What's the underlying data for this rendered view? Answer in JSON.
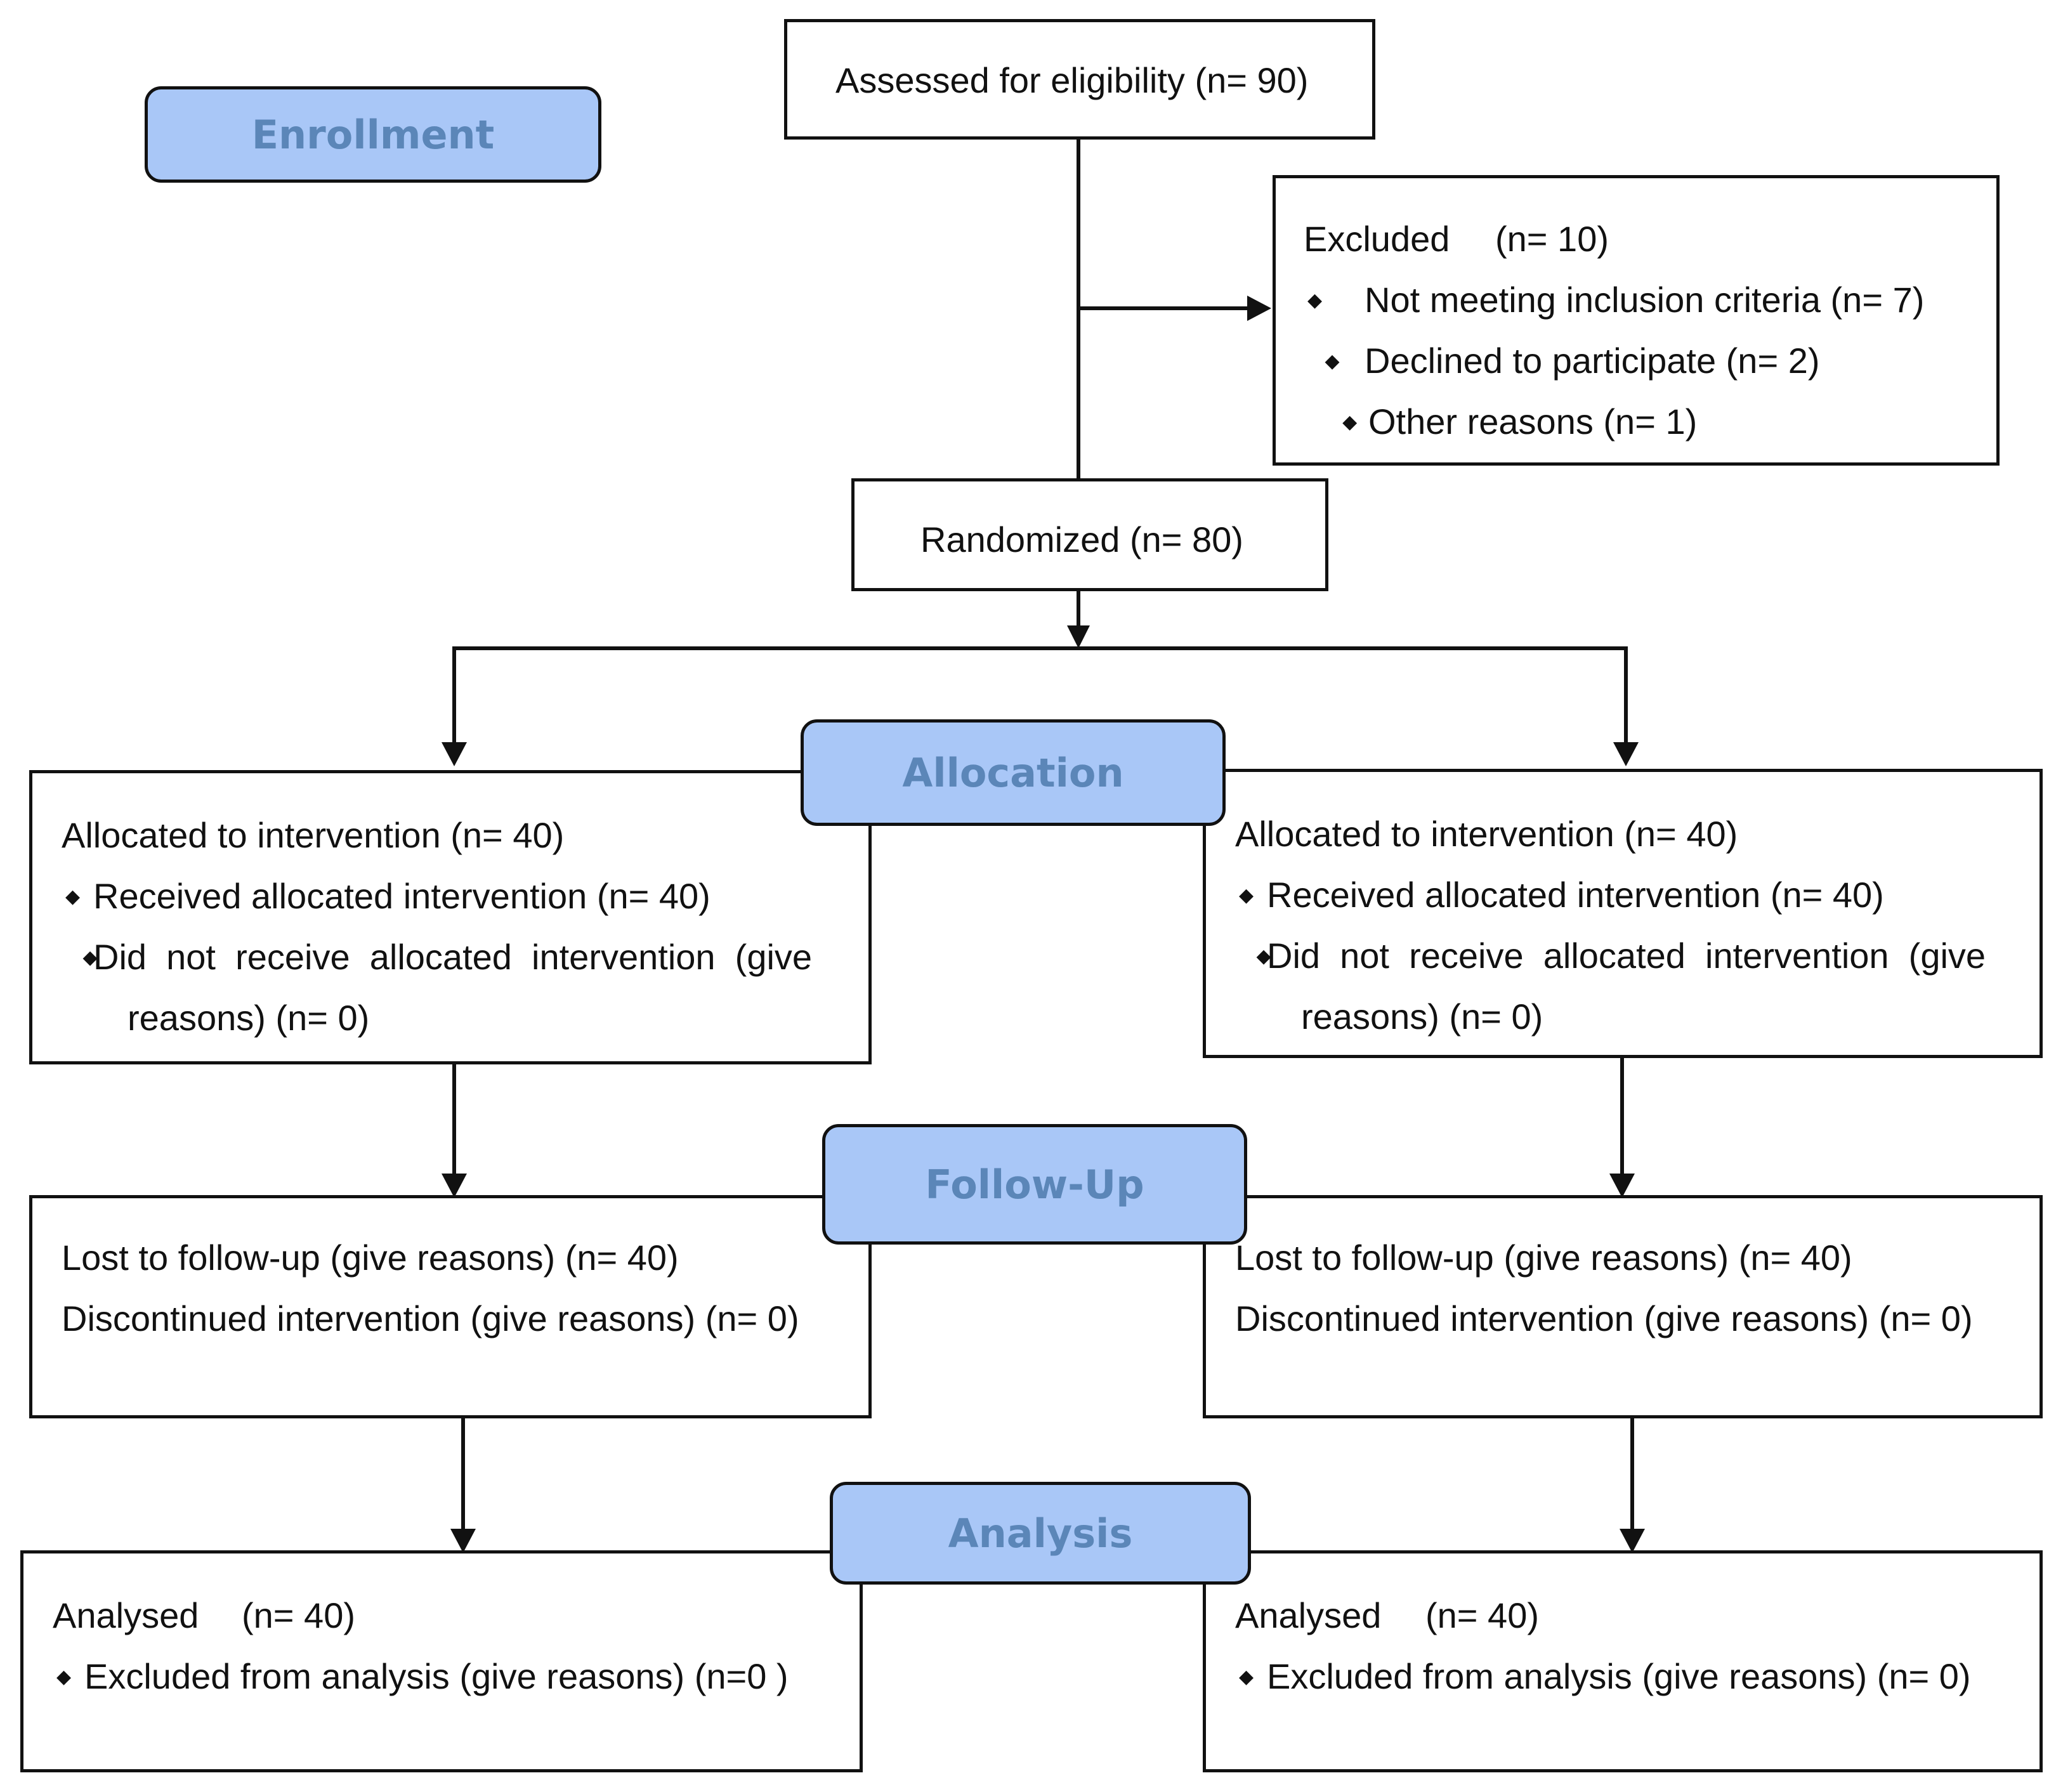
{
  "colors": {
    "line": "#111111",
    "stage_fill": "#a9c7f7",
    "stage_text": "#5b86b8"
  },
  "stages": {
    "enrollment": "Enrollment",
    "allocation": "Allocation",
    "followup": "Follow-Up",
    "analysis": "Analysis"
  },
  "assessed": {
    "label": "Assessed for eligibility (n= 90)"
  },
  "excluded": {
    "title": "Excluded",
    "count": "(n= 10)",
    "items": [
      "Not meeting inclusion criteria (n= 7)",
      "Declined to participate (n= 2)",
      "Other reasons (n= 1)"
    ]
  },
  "randomized": {
    "label": "Randomized (n= 80)"
  },
  "allocation": {
    "left": {
      "title": "Allocated to intervention (n= 40)",
      "received": "Received allocated intervention (n= 40)",
      "not_received": "Did  not  receive  allocated  intervention  (give",
      "not_received_cont": "reasons) (n= 0)"
    },
    "right": {
      "title": "Allocated to intervention (n= 40)",
      "received": "Received allocated intervention (n= 40)",
      "not_received": "Did  not  receive  allocated  intervention  (give",
      "not_received_cont": "reasons) (n= 0)"
    }
  },
  "followup": {
    "left": {
      "lost": "Lost to follow-up (give reasons) (n= 40)",
      "discontinued": "Discontinued intervention (give reasons) (n= 0)"
    },
    "right": {
      "lost": "Lost to follow-up (give reasons) (n= 40)",
      "discontinued": "Discontinued intervention (give reasons) (n= 0)"
    }
  },
  "analysis": {
    "left": {
      "title": "Analysed",
      "count": "(n= 40)",
      "excluded": "Excluded from analysis (give reasons) (n=0 )"
    },
    "right": {
      "title": "Analysed",
      "count": "(n= 40)",
      "excluded": "Excluded from analysis (give reasons) (n= 0)"
    }
  }
}
